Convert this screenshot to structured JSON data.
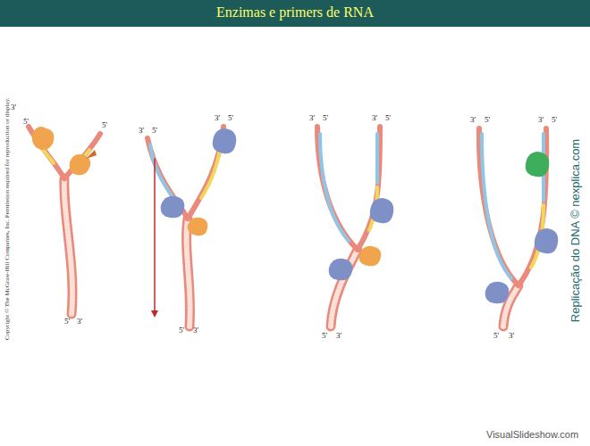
{
  "diagram": {
    "title": "Enzimas e primers de RNA",
    "labels": [
      "Copyright © The McGraw-Hill Companies, Inc. Permission required for reproduction or display.",
      "3'",
      "5'",
      "5'",
      "5'",
      "3'",
      "3'",
      "5'",
      "3'",
      "5'",
      "5'",
      "3'",
      "3'",
      "5'",
      "3'",
      "5'",
      "5'",
      "3'",
      "3'",
      "5'",
      "3'",
      "5'",
      "5'",
      "3'",
      "Replicação do DNA © nexplica.com",
      "VisualSlideshow.com"
    ]
  }
}
